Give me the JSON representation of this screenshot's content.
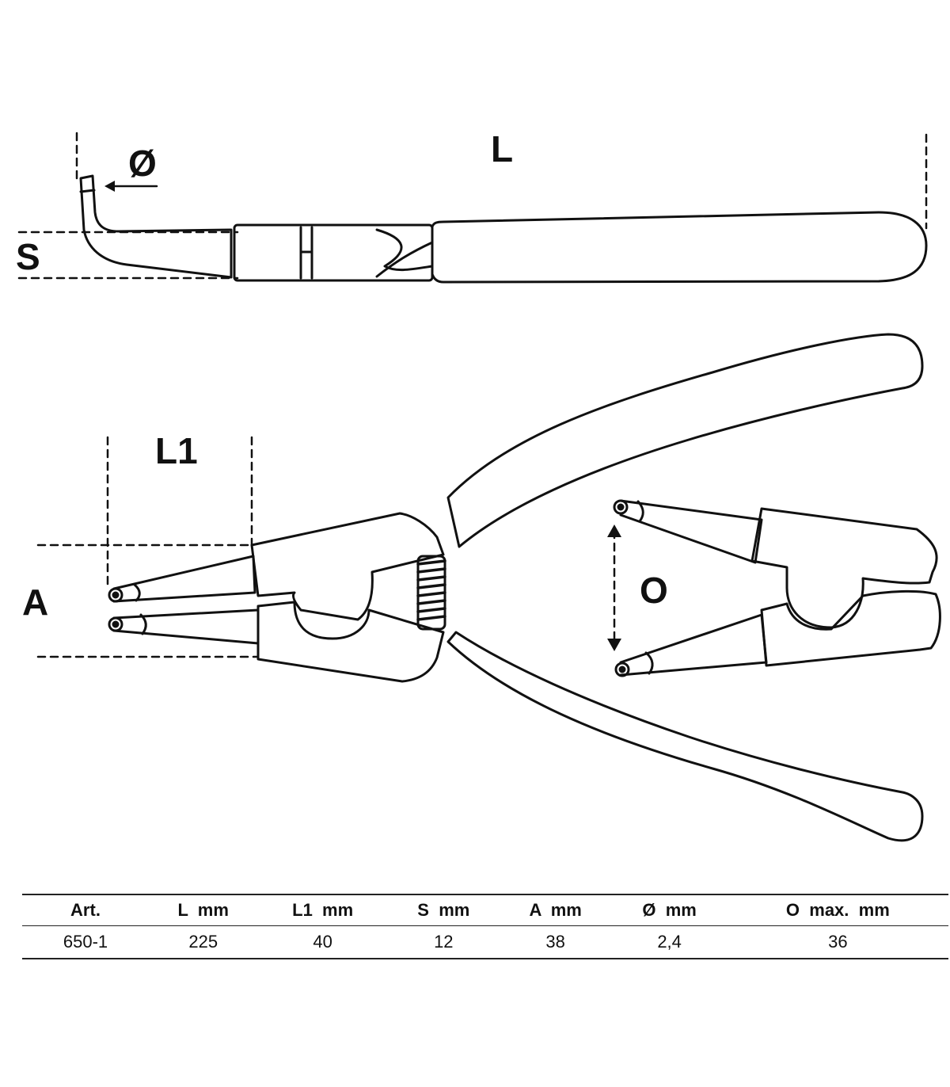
{
  "labels": {
    "L": "L",
    "diameter": "Ø",
    "S": "S",
    "L1": "L1",
    "A": "A",
    "O": "O"
  },
  "table": {
    "headers": [
      "Art.",
      "L  mm",
      "L1  mm",
      "S  mm",
      "A  mm",
      "Ø  mm",
      "O  max.  mm"
    ],
    "rows": [
      [
        "650-1",
        "225",
        "40",
        "12",
        "38",
        "2,4",
        "36"
      ]
    ]
  }
}
